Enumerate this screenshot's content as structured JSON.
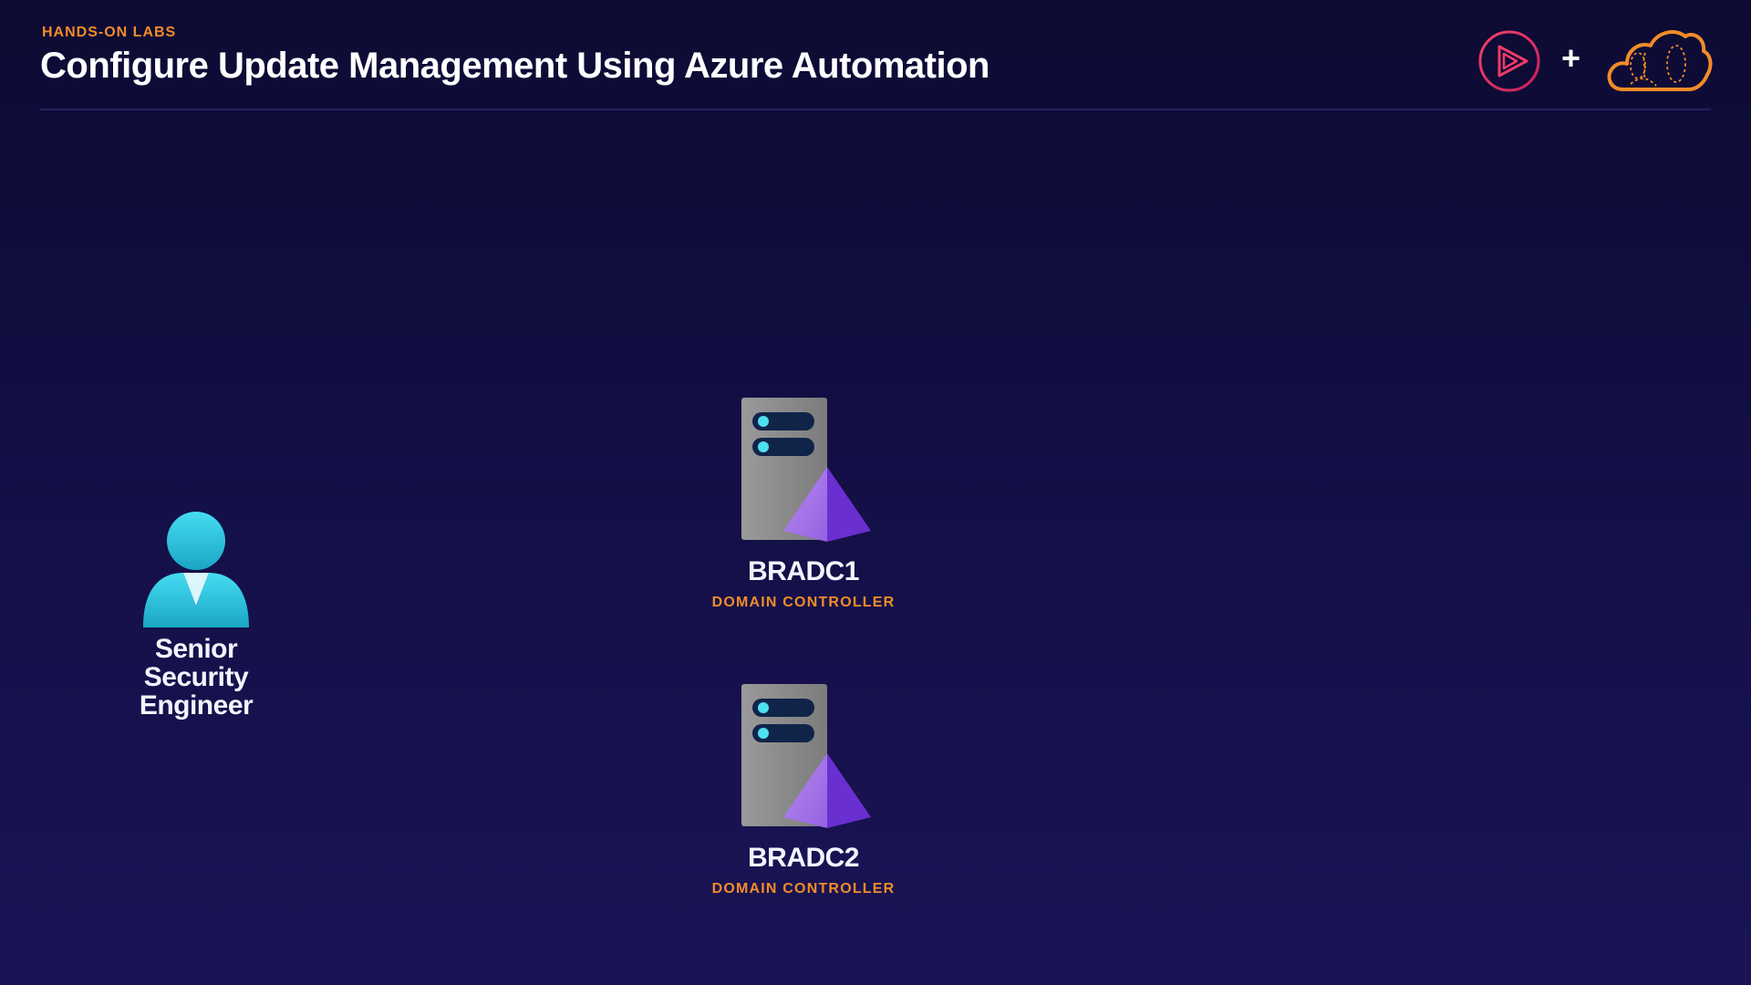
{
  "header": {
    "eyebrow": "HANDS-ON LABS",
    "title": "Configure Update Management Using Azure Automation",
    "logos": {
      "left": "play-circle-logo",
      "separator": "+",
      "right": "cloud-logo"
    }
  },
  "diagram": {
    "actor": {
      "icon": "user-icon",
      "label": "Senior Security Engineer"
    },
    "servers": [
      {
        "icon": "server-icon",
        "name": "BRADC1",
        "role": "DOMAIN CONTROLLER"
      },
      {
        "icon": "server-icon",
        "name": "BRADC2",
        "role": "DOMAIN CONTROLLER"
      }
    ]
  },
  "colors": {
    "accent_orange": "#f28c28",
    "play_pink": "#e3265e",
    "user_cyan": "#32c8e0",
    "server_gray": "#8d8d8d",
    "triangle_purple": "#7a3fd6"
  }
}
